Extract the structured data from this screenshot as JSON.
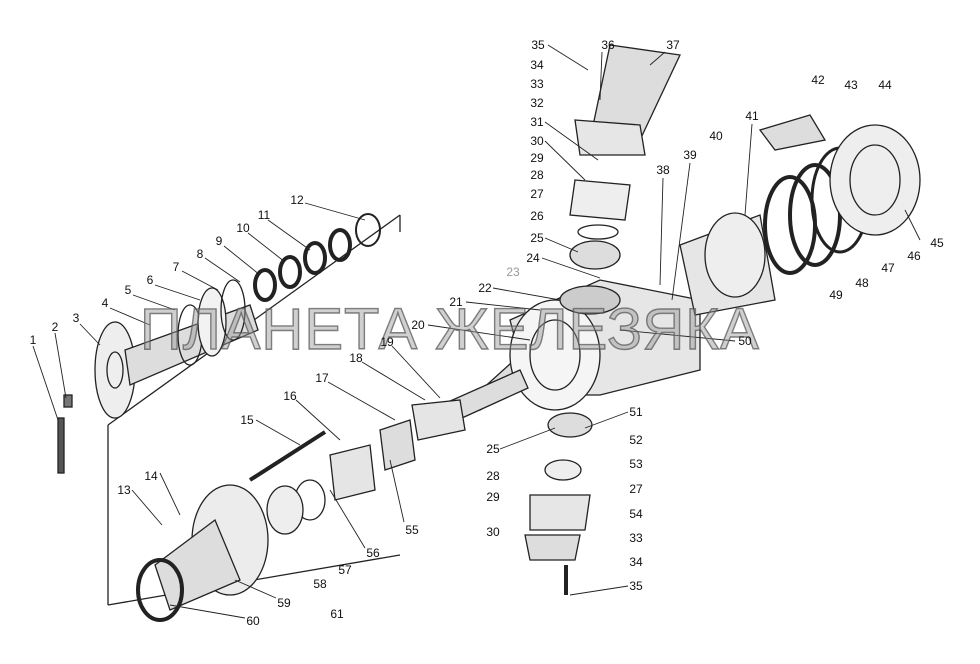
{
  "watermark": "ПЛАНЕТА ЖЕЛЕЗЯКА",
  "callouts": [
    "1",
    "2",
    "3",
    "4",
    "5",
    "6",
    "7",
    "8",
    "9",
    "10",
    "11",
    "12",
    "13",
    "14",
    "15",
    "16",
    "17",
    "18",
    "19",
    "20",
    "21",
    "22",
    "23",
    "24",
    "25",
    "26",
    "27",
    "28",
    "29",
    "30",
    "31",
    "32",
    "33",
    "34",
    "35",
    "36",
    "37",
    "38",
    "39",
    "40",
    "41",
    "42",
    "43",
    "44",
    "45",
    "46",
    "47",
    "48",
    "49",
    "50",
    "51",
    "52",
    "53",
    "54",
    "55",
    "56",
    "57",
    "58",
    "59",
    "60",
    "61"
  ]
}
